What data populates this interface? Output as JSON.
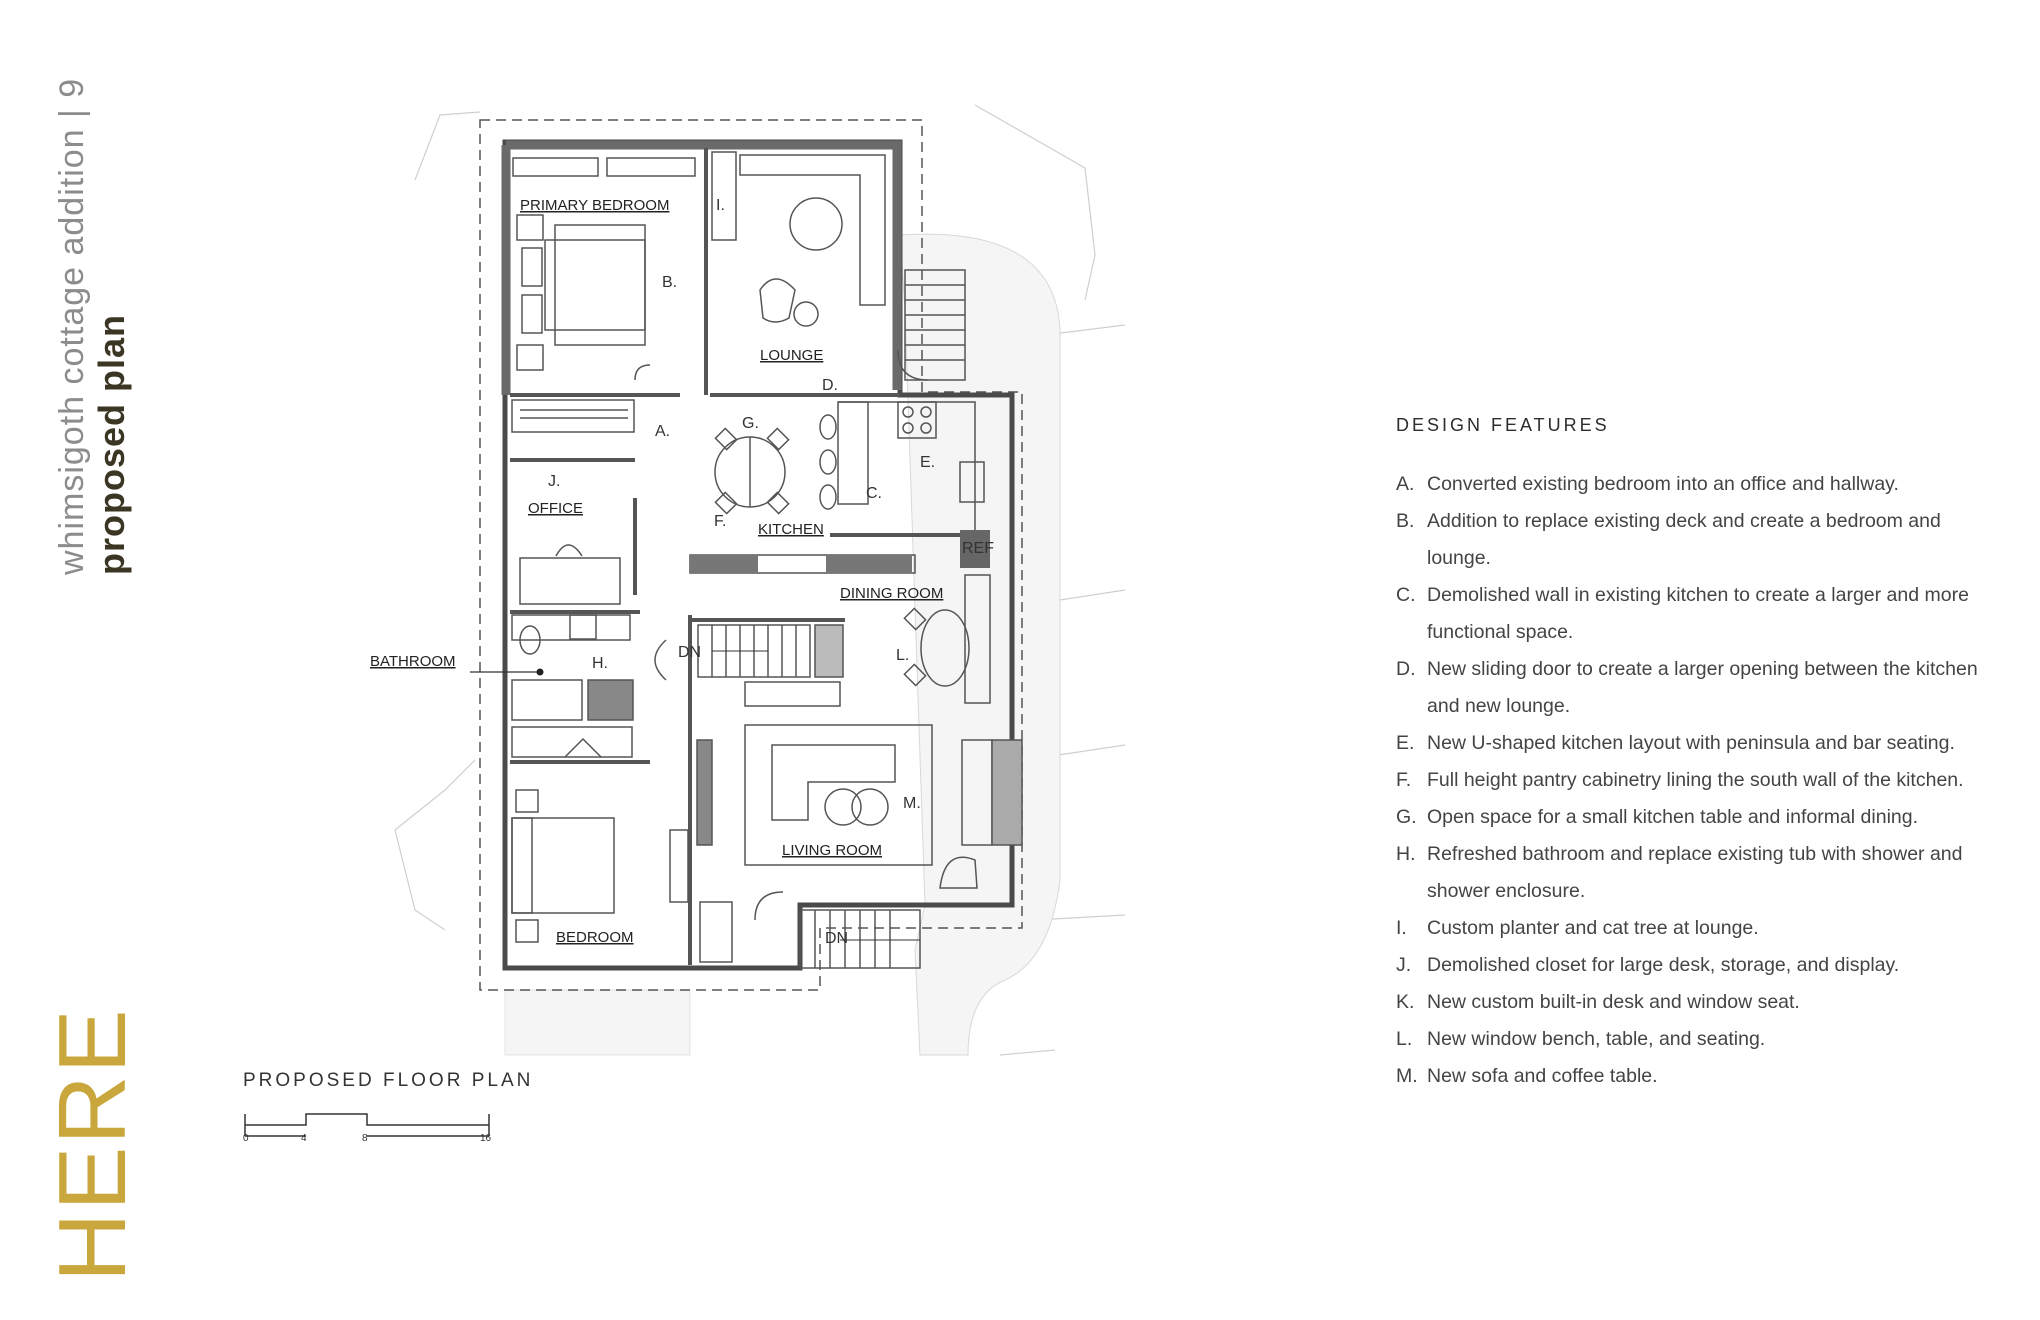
{
  "page": {
    "title_light": "whimsigoth cottage addition | 9",
    "title_bold": "proposed plan",
    "logo_text": "HERE",
    "logo_color": "#c9a73c"
  },
  "plan": {
    "rooms": {
      "primary_bedroom": "PRIMARY BEDROOM",
      "lounge": "LOUNGE",
      "office": "OFFICE",
      "kitchen": "KITCHEN",
      "dining_room": "DINING ROOM",
      "bathroom": "BATHROOM",
      "living_room": "LIVING ROOM",
      "bedroom": "BEDROOM"
    },
    "fixtures": {
      "ref": "REF",
      "dn1": "DN",
      "dn2": "DN"
    },
    "markers": {
      "a": "A.",
      "b": "B.",
      "c": "C.",
      "d": "D.",
      "e": "E.",
      "f": "F.",
      "g": "G.",
      "h": "H.",
      "i": "I.",
      "j": "J.",
      "l": "L.",
      "m": "M."
    }
  },
  "scale": {
    "title": "PROPOSED FLOOR PLAN",
    "ticks": [
      "0",
      "4",
      "8",
      "16"
    ]
  },
  "features": {
    "heading": "DESIGN FEATURES",
    "items": [
      {
        "key": "A.",
        "text": "Converted existing bedroom into an office and hallway."
      },
      {
        "key": "B.",
        "text": "Addition to replace existing deck and create a bedroom and lounge."
      },
      {
        "key": "C.",
        "text": "Demolished wall in existing kitchen to create a larger and more functional space."
      },
      {
        "key": "D.",
        "text": "New sliding door to create a larger opening between the kitchen and new lounge."
      },
      {
        "key": "E.",
        "text": "New U-shaped kitchen layout with peninsula and bar seating."
      },
      {
        "key": "F.",
        "text": "Full height pantry cabinetry lining the south wall of the kitchen."
      },
      {
        "key": "G.",
        "text": "Open space for a small kitchen table and informal dining."
      },
      {
        "key": "H.",
        "text": "Refreshed bathroom and replace existing tub with shower and shower enclosure."
      },
      {
        "key": "I.",
        "text": "Custom planter and cat tree at lounge."
      },
      {
        "key": "J.",
        "text": "Demolished closet for large desk, storage, and display."
      },
      {
        "key": "K.",
        "text": "New custom built-in desk and window seat."
      },
      {
        "key": "L.",
        "text": "New window bench, table, and seating."
      },
      {
        "key": "M.",
        "text": "New sofa and coffee table."
      }
    ]
  }
}
